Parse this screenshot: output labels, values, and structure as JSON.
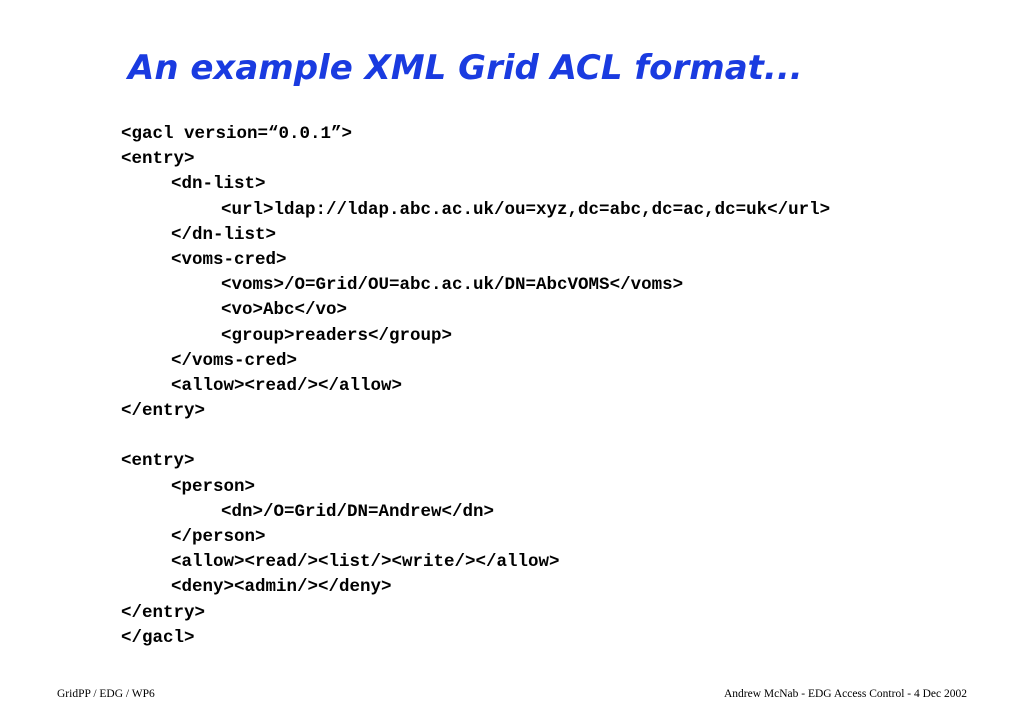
{
  "slide": {
    "title": "An example XML Grid ACL format...",
    "code_lines": [
      {
        "indent": 0,
        "text": "<gacl version=“0.0.1”>"
      },
      {
        "indent": 0,
        "text": "<entry>"
      },
      {
        "indent": 1,
        "text": "<dn-list>"
      },
      {
        "indent": 2,
        "text": "<url>ldap://ldap.abc.ac.uk/ou=xyz,dc=abc,dc=ac,dc=uk</url>"
      },
      {
        "indent": 1,
        "text": "</dn-list>"
      },
      {
        "indent": 1,
        "text": "<voms-cred>"
      },
      {
        "indent": 2,
        "text": "<voms>/O=Grid/OU=abc.ac.uk/DN=AbcVOMS</voms>"
      },
      {
        "indent": 2,
        "text": "<vo>Abc</vo>"
      },
      {
        "indent": 2,
        "text": "<group>readers</group>"
      },
      {
        "indent": 1,
        "text": "</voms-cred>"
      },
      {
        "indent": 1,
        "text": "<allow><read/></allow>"
      },
      {
        "indent": 0,
        "text": "</entry>"
      },
      {
        "indent": 0,
        "text": ""
      },
      {
        "indent": 0,
        "text": "<entry>"
      },
      {
        "indent": 1,
        "text": "<person>"
      },
      {
        "indent": 2,
        "text": "<dn>/O=Grid/DN=Andrew</dn>"
      },
      {
        "indent": 1,
        "text": "</person>"
      },
      {
        "indent": 1,
        "text": "<allow><read/><list/><write/></allow>"
      },
      {
        "indent": 1,
        "text": "<deny><admin/></deny>"
      },
      {
        "indent": 0,
        "text": "</entry>"
      },
      {
        "indent": 0,
        "text": "</gacl>"
      }
    ]
  },
  "footer": {
    "left": "GridPP / EDG / WP6",
    "right": "Andrew McNab - EDG Access Control - 4 Dec 2002"
  },
  "colors": {
    "title": "#1a3be0",
    "text": "#000000",
    "background": "#ffffff"
  }
}
